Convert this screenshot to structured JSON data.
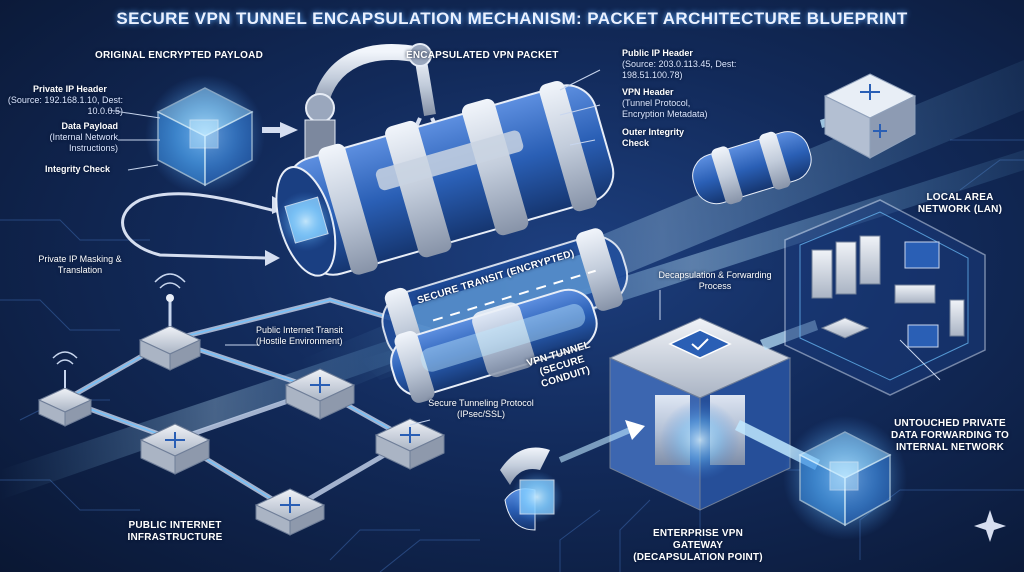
{
  "title": "SECURE VPN TUNNEL ENCAPSULATION MECHANISM: PACKET ARCHITECTURE BLUEPRINT",
  "labels": {
    "original_payload": "ORIGINAL ENCRYPTED PAYLOAD",
    "private_ip_header": "Private IP Header",
    "private_ip_header_detail": "(Source: 192.168.1.10, Dest: 10.0.0.5)",
    "data_payload": "Data Payload",
    "data_payload_detail": "(Internal Network Instructions)",
    "integrity_check": "Integrity Check",
    "encapsulated_packet": "ENCAPSULATED VPN PACKET",
    "public_ip_header": "Public IP Header",
    "public_ip_header_detail": "(Source: 203.0.113.45, Dest: 198.51.100.78)",
    "vpn_header": "VPN Header",
    "vpn_header_detail": "(Tunnel Protocol, Encryption Metadata)",
    "outer_integrity": "Outer Integrity Check",
    "private_ip_masking": "Private IP Masking & Translation",
    "secure_transit": "SECURE TRANSIT (ENCRYPTED)",
    "public_transit": "Public Internet Transit (Hostile Environment)",
    "vpn_tunnel": "VPN TUNNEL (SECURE CONDUIT)",
    "decapsulation": "Decapsulation & Forwarding Process",
    "lan": "LOCAL AREA NETWORK (LAN)",
    "secure_tunneling": "Secure Tunneling Protocol (IPsec/SSL)",
    "untouched_private": "UNTOUCHED PRIVATE DATA FORWARDING TO INTERNAL NETWORK",
    "public_infra": "PUBLIC INTERNET INFRASTRUCTURE",
    "gateway": "ENTERPRISE VPN GATEWAY (DECAPSULATION POINT)"
  },
  "colors": {
    "background": "#122a5a",
    "glow": "#6fc3ff",
    "capsule_blue": "#2a5fb5",
    "capsule_silver": "#c9d3e2",
    "router": "#d9dee7"
  },
  "icons": [
    "cube-icon",
    "router-icon",
    "server-icon",
    "shield-icon",
    "robot-arm-icon",
    "sparkle-icon"
  ]
}
